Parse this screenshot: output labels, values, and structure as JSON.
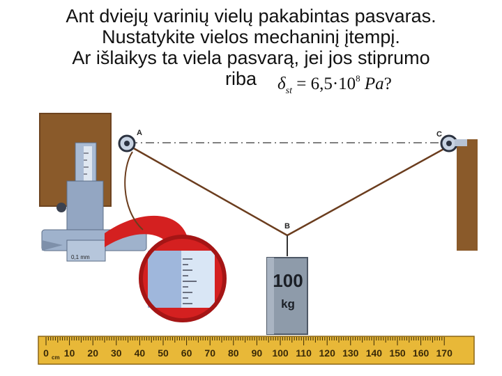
{
  "problem": {
    "line1": "Ant dviejų varinių vielų pakabintas pasvaras.",
    "line2": "Nustatykite vielos mechaninį įtempį.",
    "line3": "Ar išlaikys ta viela pasvarą, jei jos stiprumo",
    "line4_start": "riba",
    "formula": {
      "symbol": "δ",
      "subscript": "st",
      "equals_value": "= 6,5·10",
      "exponent": "8",
      "unit": "Pa",
      "end": "?"
    }
  },
  "figure": {
    "point_a": "A",
    "point_b": "B",
    "point_c": "C",
    "weight_value": "100",
    "weight_unit": "kg",
    "caliper_small_label": "0,1 mm",
    "ruler_unit": "cm",
    "ruler_ticks": [
      "0",
      "10",
      "20",
      "30",
      "40",
      "50",
      "60",
      "70",
      "80",
      "90",
      "100",
      "110",
      "120",
      "130",
      "140",
      "150",
      "160",
      "170"
    ],
    "colors": {
      "wood": "#8a5a2a",
      "wire": "#6b3d1e",
      "caliper": "#9fb2cc",
      "magnifier": "#d42020",
      "ruler": "#e8b838",
      "weight": "#8e9baa"
    }
  }
}
